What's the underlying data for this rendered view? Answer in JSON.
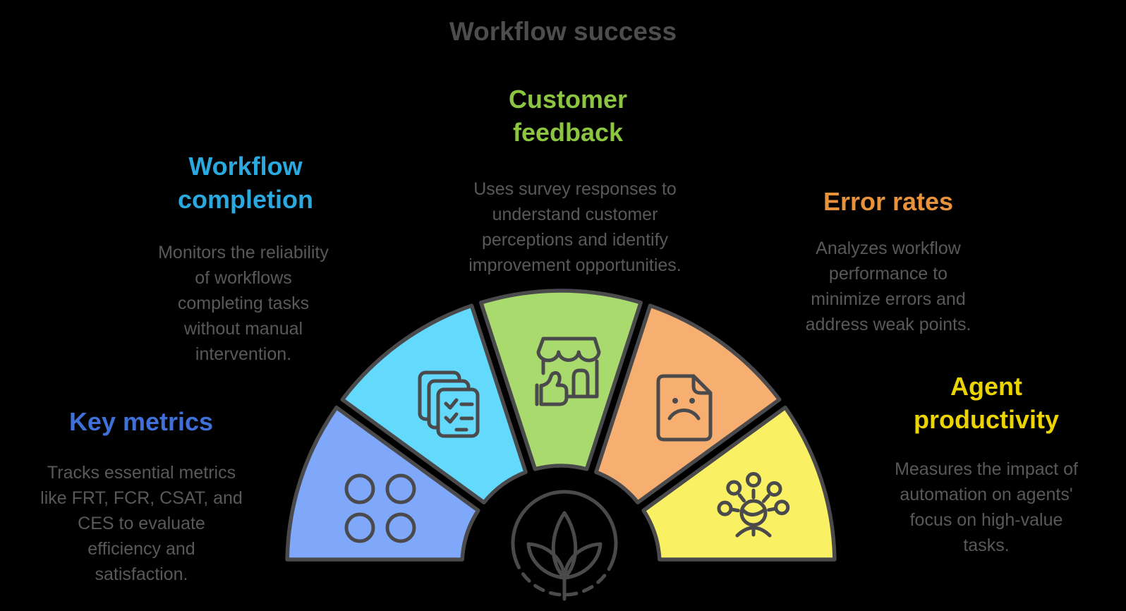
{
  "title": "Workflow success",
  "colors": {
    "background": "#000000",
    "title_text": "#4D4D4D",
    "body_text": "#58595B",
    "outline": "#4A4A4C"
  },
  "sections": [
    {
      "id": "key-metrics",
      "heading": [
        "Key metrics"
      ],
      "heading_color": "#3E70D8",
      "description": [
        "Tracks essential metrics",
        "like FRT, FCR, CSAT, and",
        "CES to evaluate",
        "efficiency and",
        "satisfaction."
      ],
      "segment_color": "#7FA8FA",
      "icon": "four-circles"
    },
    {
      "id": "workflow-completion",
      "heading": [
        "Workflow",
        "completion"
      ],
      "heading_color": "#29A9DF",
      "description": [
        "Monitors the reliability",
        "of workflows",
        "completing tasks",
        "without manual",
        "intervention."
      ],
      "segment_color": "#63D9FB",
      "icon": "checklist-documents"
    },
    {
      "id": "customer-feedback",
      "heading": [
        "Customer",
        "feedback"
      ],
      "heading_color": "#8CC540",
      "description": [
        "Uses survey responses to",
        "understand customer",
        "perceptions and identify",
        "improvement opportunities."
      ],
      "segment_color": "#A9DA6D",
      "icon": "storefront-thumbs-up"
    },
    {
      "id": "error-rates",
      "heading": [
        "Error rates"
      ],
      "heading_color": "#E8923C",
      "description": [
        "Analyzes workflow",
        "performance to",
        "minimize errors and",
        "address weak points."
      ],
      "segment_color": "#F6AE71",
      "icon": "sad-face-document"
    },
    {
      "id": "agent-productivity",
      "heading": [
        "Agent",
        "productivity"
      ],
      "heading_color": "#EBD400",
      "description": [
        "Measures the impact of",
        "automation on agents'",
        "focus on high-value",
        "tasks."
      ],
      "segment_color": "#FAF063",
      "icon": "person-radiating-ideas"
    }
  ],
  "center_icon": "plant-sprout"
}
